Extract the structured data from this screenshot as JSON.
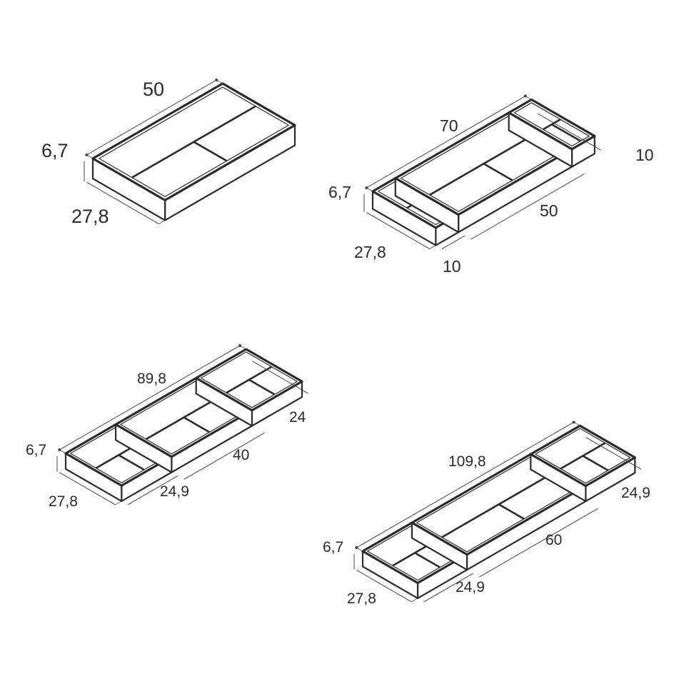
{
  "colors": {
    "stroke": "#2b2b2b",
    "panel": "#ffffff",
    "dim": "#444444"
  },
  "diagrams": [
    {
      "labels": {
        "width": "50",
        "height": "6,7",
        "depth": "27,8"
      }
    },
    {
      "labels": {
        "width": "70",
        "side_depth": "10",
        "height": "6,7",
        "middle": "50",
        "depth": "27,8",
        "front": "10"
      }
    },
    {
      "labels": {
        "width": "89,8",
        "side": "24",
        "height": "6,7",
        "middle": "40",
        "depth": "27,8",
        "front": "24,9"
      }
    },
    {
      "labels": {
        "width": "109,8",
        "side": "24,9",
        "height": "6,7",
        "middle": "60",
        "depth": "27,8",
        "front": "24,9"
      }
    }
  ]
}
